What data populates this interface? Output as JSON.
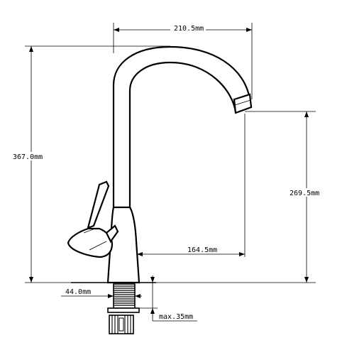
{
  "dimensions": {
    "spout_reach": "210.5mm",
    "total_height": "367.0mm",
    "spout_height": "269.5mm",
    "base_to_outlet": "164.5mm",
    "shank_diameter": "44.0mm",
    "max_thickness": "max.35mm"
  }
}
